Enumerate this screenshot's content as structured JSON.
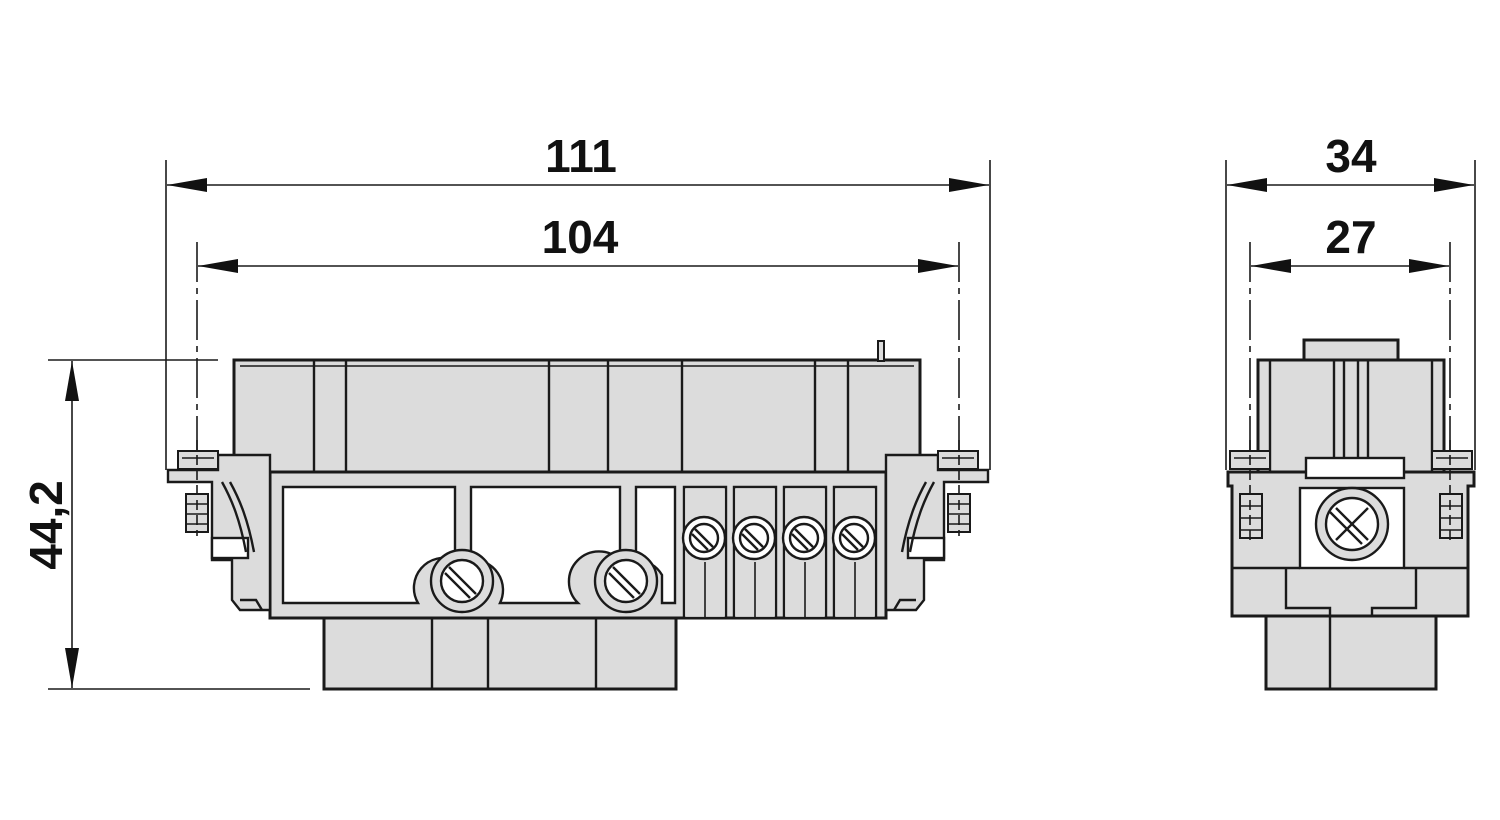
{
  "dimensions": {
    "front_overall_width": "111",
    "front_inner_width": "104",
    "height": "44,2",
    "side_overall_width": "34",
    "side_inner_width": "27"
  },
  "colors": {
    "line": "#1a1a1a",
    "fill": "#dcdcdc",
    "background": "#ffffff"
  }
}
